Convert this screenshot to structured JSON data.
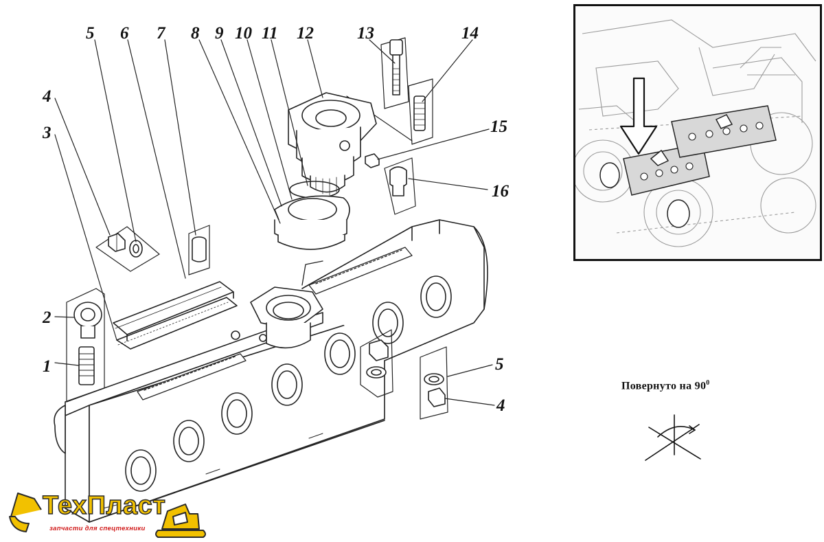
{
  "callouts": [
    {
      "id": "1",
      "text": "1"
    },
    {
      "id": "2",
      "text": "2"
    },
    {
      "id": "3",
      "text": "3"
    },
    {
      "id": "4",
      "text": "4"
    },
    {
      "id": "5",
      "text": "5"
    },
    {
      "id": "6",
      "text": "6"
    },
    {
      "id": "7",
      "text": "7"
    },
    {
      "id": "8",
      "text": "8"
    },
    {
      "id": "9",
      "text": "9"
    },
    {
      "id": "10",
      "text": "10"
    },
    {
      "id": "11",
      "text": "11"
    },
    {
      "id": "12",
      "text": "12"
    },
    {
      "id": "13",
      "text": "13"
    },
    {
      "id": "14",
      "text": "14"
    },
    {
      "id": "15",
      "text": "15"
    },
    {
      "id": "16",
      "text": "16"
    },
    {
      "id": "5b",
      "text": "5"
    },
    {
      "id": "4b",
      "text": "4"
    }
  ],
  "rotation_note": {
    "text": "Повернуто на 90",
    "degree": "0"
  },
  "logo": {
    "name": "ТехПласт",
    "tagline": "запчасти для спецтехники",
    "accent_color": "#f2c100",
    "tagline_color": "#d11a1a"
  }
}
